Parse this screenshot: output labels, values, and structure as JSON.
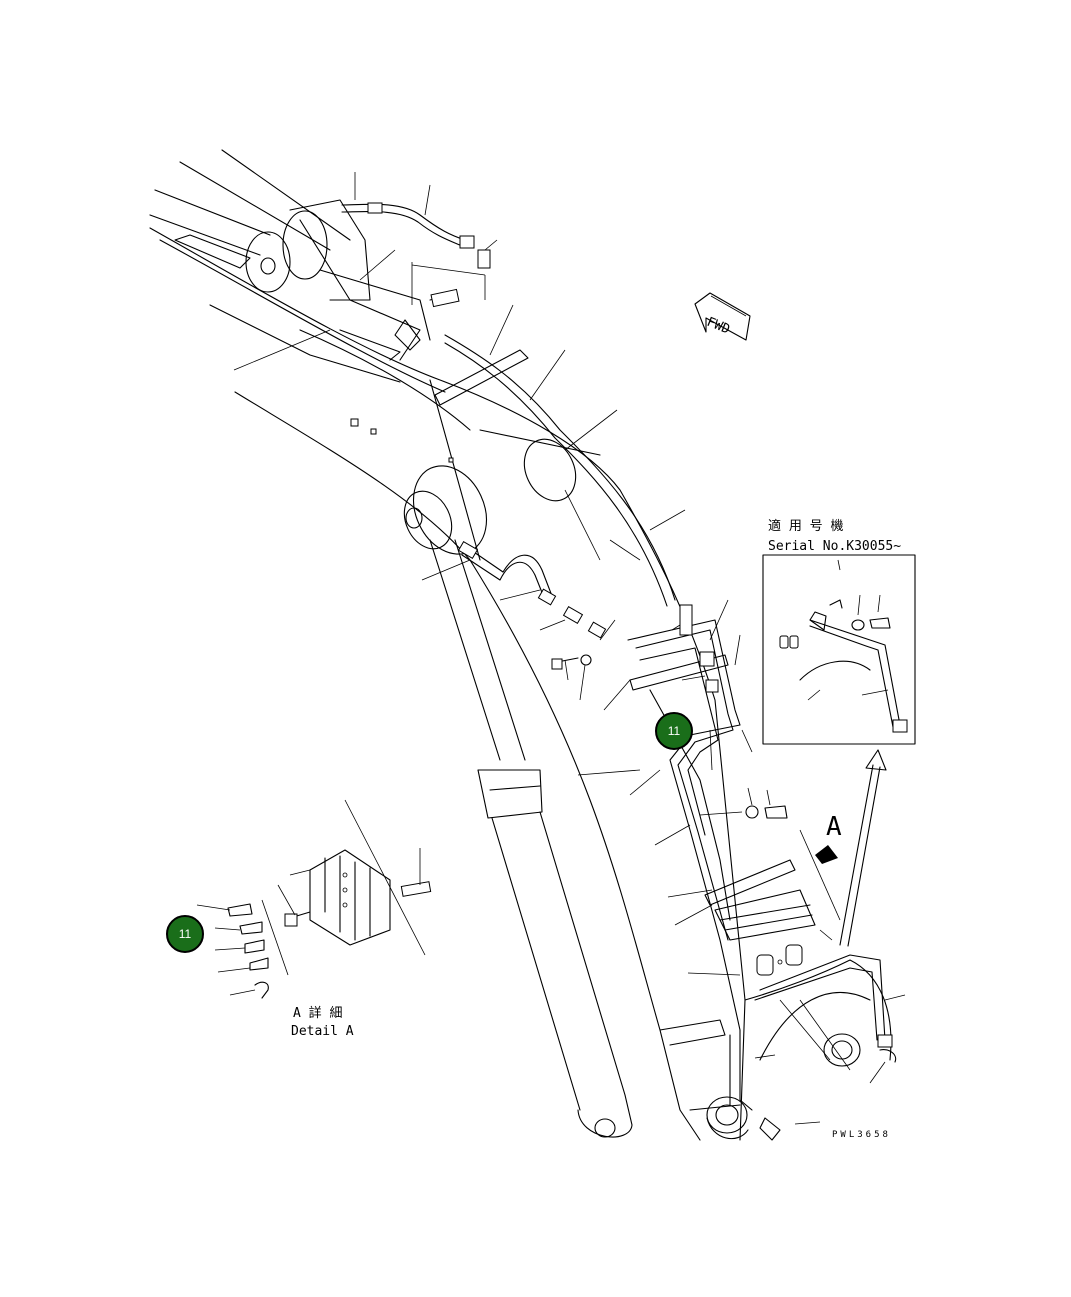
{
  "diagram": {
    "fwd_label": "FWD",
    "view_arrow_label": "A",
    "serial_box": {
      "title_jp": "適 用 号 機",
      "serial": "Serial No.K30055~"
    },
    "detail": {
      "title_jp": "A 詳 細",
      "title_en": "Detail A"
    },
    "drawing_code": "PWL3658",
    "markers": [
      {
        "label": "11",
        "color": "#1a6e1a"
      },
      {
        "label": "11",
        "color": "#1a6e1a"
      }
    ]
  }
}
